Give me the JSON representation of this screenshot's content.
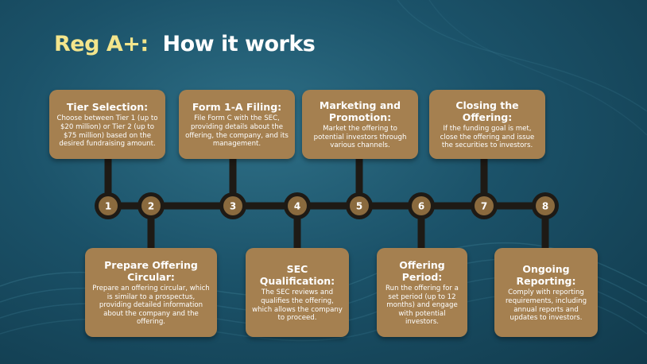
{
  "title": {
    "prefix": "Reg A+:",
    "main": "How it works"
  },
  "steps": [
    {
      "number": "1",
      "title": "Tier Selection:",
      "text": "Choose between Tier 1 (up to $20 million) or Tier 2 (up to $75 million) based on the desired fundraising amount."
    },
    {
      "number": "2",
      "title": "Prepare Offering Circular:",
      "text": "Prepare an offering circular, which is similar to a prospectus, providing detailed information about the company and the offering."
    },
    {
      "number": "3",
      "title": "Form 1-A Filing:",
      "text": "File Form C with the SEC, providing details about the offering, the company, and its management."
    },
    {
      "number": "4",
      "title": "SEC Qualification:",
      "text": "The SEC reviews and qualifies the offering, which allows the company to proceed."
    },
    {
      "number": "5",
      "title": "Marketing and Promotion:",
      "text": "Market the offering to potential investors through various channels."
    },
    {
      "number": "6",
      "title": "Offering Period:",
      "text": "Run the offering for a set period (up to 12 months) and engage with potential investors."
    },
    {
      "number": "7",
      "title": "Closing the Offering:",
      "text": "If the funding goal is met, close the offering and issue the securities to investors."
    },
    {
      "number": "8",
      "title": "Ongoing Reporting:",
      "text": "Comply with reporting requirements, including annual reports and updates to investors."
    }
  ],
  "colors": {
    "box": "#a58050",
    "node_fill": "#8a6a3e",
    "node_ring": "#1e1a15",
    "timeline": "#1e1a15",
    "title_accent": "#f3e58c"
  }
}
